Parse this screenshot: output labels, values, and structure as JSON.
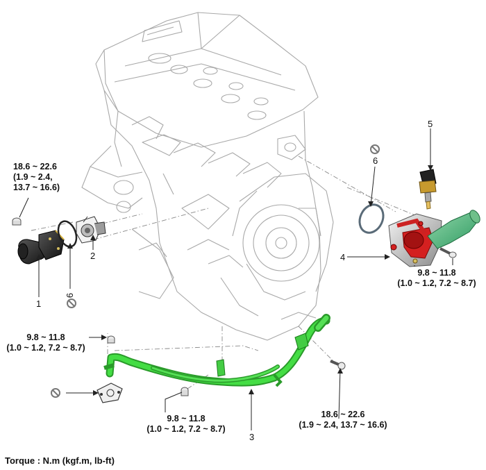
{
  "torque_specs": {
    "thermostat_housing_bolt": {
      "line1": "18.6 ~ 22.6",
      "line2": "(1.9 ~ 2.4,",
      "line3": "13.7 ~ 16.6)"
    },
    "outlet_fitting_bolt": {
      "line1": "9.8 ~ 11.8",
      "line2": "(1.0 ~ 1.2, 7.2 ~ 8.7)"
    },
    "pipe_left_bolt": {
      "line1": "9.8 ~ 11.8",
      "line2": "(1.0 ~ 1.2, 7.2 ~ 8.7)"
    },
    "pipe_center_bolt": {
      "line1": "9.8 ~ 11.8",
      "line2": "(1.0 ~ 1.2, 7.2 ~ 8.7)"
    },
    "pipe_right_bolt": {
      "line1": "18.6 ~ 22.6",
      "line2": "(1.9 ~ 2.4, 13.7 ~ 16.6)"
    }
  },
  "callouts": {
    "c1": "1",
    "c2": "2",
    "c3": "3",
    "c4": "4",
    "c5": "5",
    "c6_left": "6",
    "c6_right": "6"
  },
  "footer": {
    "torque_units": "Torque : N.m (kgf.m, lb-ft)"
  },
  "colors": {
    "pipe_green": "#33cc33",
    "housing_red": "#d42020",
    "outline_gray": "#9a9a9a",
    "ink": "#111111"
  },
  "icons": {
    "do_not_reuse": "prohibited-circle-icon"
  }
}
